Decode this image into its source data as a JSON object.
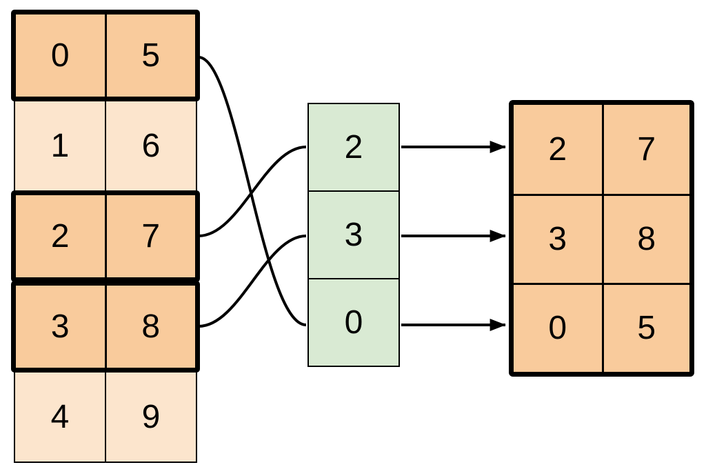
{
  "diagram": {
    "kind": "row-gather-indexing",
    "colors": {
      "highlight_fill": "#F9CB9C",
      "muted_fill": "#FCE5CD",
      "index_fill": "#D9EAD3",
      "stroke": "#000000",
      "background": "#FFFFFF"
    },
    "left_table": {
      "rows": [
        {
          "highlighted": true,
          "cells": [
            "0",
            "5"
          ]
        },
        {
          "highlighted": false,
          "cells": [
            "1",
            "6"
          ]
        },
        {
          "highlighted": true,
          "cells": [
            "2",
            "7"
          ]
        },
        {
          "highlighted": true,
          "cells": [
            "3",
            "8"
          ]
        },
        {
          "highlighted": false,
          "cells": [
            "4",
            "9"
          ]
        }
      ]
    },
    "index_column": {
      "cells": [
        "2",
        "3",
        "0"
      ]
    },
    "result_table": {
      "rows": [
        {
          "cells": [
            "2",
            "7"
          ]
        },
        {
          "cells": [
            "3",
            "8"
          ]
        },
        {
          "cells": [
            "0",
            "5"
          ]
        }
      ]
    },
    "connections": {
      "curves": [
        {
          "from": "left-row-0",
          "to": "index-cell-0"
        },
        {
          "from": "left-row-2",
          "to": "index-cell-2"
        },
        {
          "from": "left-row-3",
          "to": "index-cell-3"
        }
      ],
      "arrows": [
        {
          "from": "index-cell-2",
          "to": "result-row-0"
        },
        {
          "from": "index-cell-3",
          "to": "result-row-1"
        },
        {
          "from": "index-cell-0",
          "to": "result-row-2"
        }
      ]
    }
  }
}
